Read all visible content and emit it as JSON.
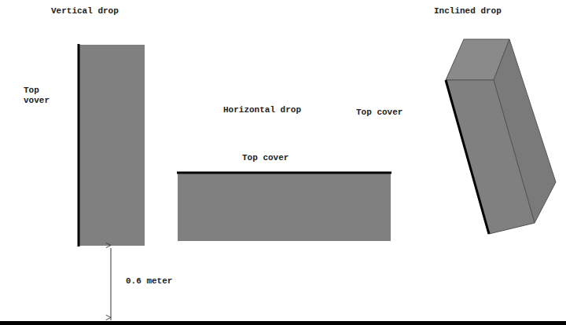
{
  "diagram": {
    "labels": [
      "Vertical drop",
      "Inclined drop",
      "Top vover",
      "Horizontal drop",
      "Top cover",
      "Top cover",
      "0.6 meter"
    ]
  }
}
